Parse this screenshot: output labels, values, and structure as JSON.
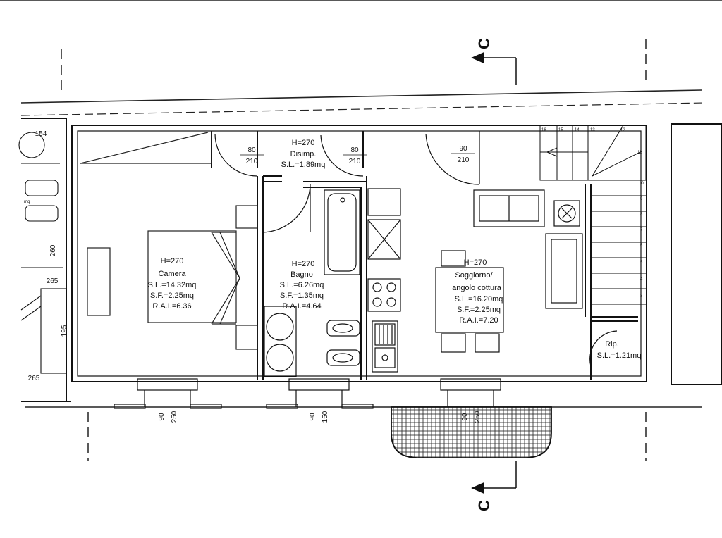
{
  "rooms": {
    "camera": {
      "height": "H=270",
      "name": "Camera",
      "sl": "S.L.=14.32mq",
      "sf": "S.F.=2.25mq",
      "rai": "R.A.I.=6.36"
    },
    "disimpegno": {
      "height": "H=270",
      "name": "Disimp.",
      "sl": "S.L.=1.89mq"
    },
    "bagno": {
      "height": "H=270",
      "name": "Bagno",
      "sl": "S.L.=6.26mq",
      "sf": "S.F.=1.35mq",
      "rai": "R.A.I.=4.64"
    },
    "soggiorno": {
      "height": "H=270",
      "name_line1": "Soggiorno/",
      "name_line2": "angolo cottura",
      "sl": "S.L.=16.20mq",
      "sf": "S.F.=2.25mq",
      "rai": "R.A.I.=7.20"
    },
    "ripostiglio": {
      "name": "Rip.",
      "sl": "S.L.=1.21mq"
    }
  },
  "doors": [
    {
      "w": "80",
      "h": "210"
    },
    {
      "w": "80",
      "h": "210"
    },
    {
      "w": "90",
      "h": "210"
    }
  ],
  "windows": [
    {
      "w": "90",
      "h": "250"
    },
    {
      "w": "90",
      "h": "150"
    },
    {
      "w": "90",
      "h": "250"
    }
  ],
  "section_marker": "C",
  "neighbor": {
    "dim1": "154",
    "dim2": "260",
    "dim3": "265",
    "dim4": "195",
    "dim5": "265",
    "note": "mq"
  },
  "stair_numbers": [
    "16",
    "15",
    "14",
    "13",
    "12",
    "11",
    "10",
    "9",
    "8",
    "7",
    "6",
    "5",
    "4",
    "3"
  ]
}
